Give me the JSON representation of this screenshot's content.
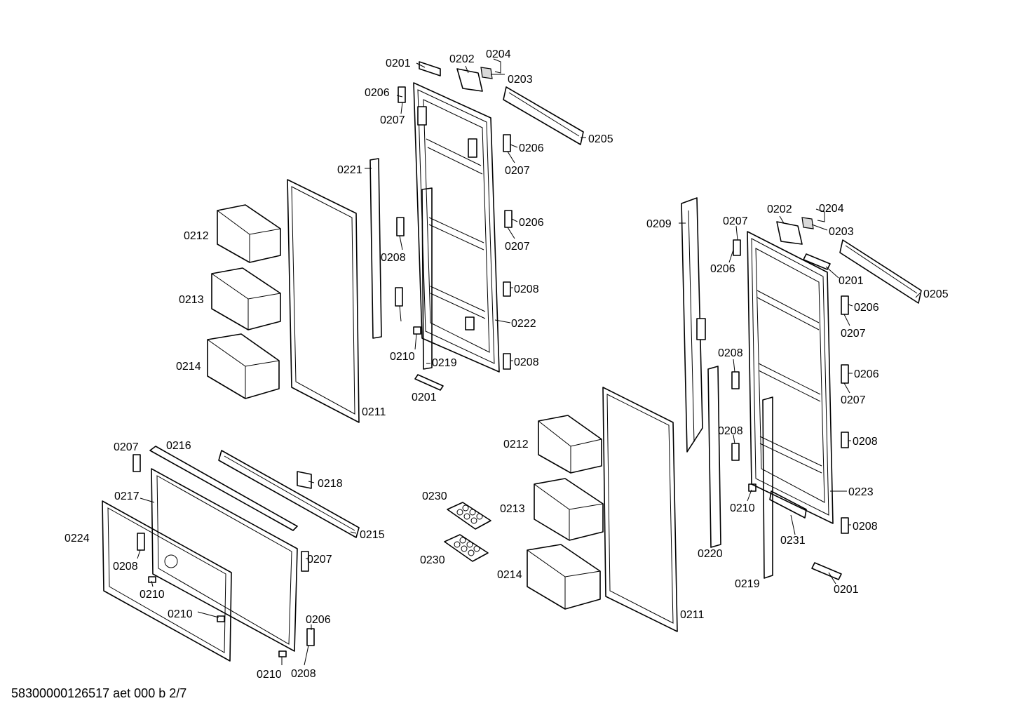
{
  "footer": "58300000126517 aet 000 b 2/7",
  "labels": [
    "0201",
    "0202",
    "0204",
    "0203",
    "0206",
    "0207",
    "0205",
    "0206",
    "0207",
    "0221",
    "0206",
    "0207",
    "0212",
    "0208",
    "0208",
    "0213",
    "0222",
    "0214",
    "0210",
    "0219",
    "0208",
    "0201",
    "0211",
    "0209",
    "0207",
    "0202",
    "0204",
    "0203",
    "0206",
    "0201",
    "0205",
    "0206",
    "0207",
    "0208",
    "0206",
    "0207",
    "0208",
    "0212",
    "0208",
    "0213",
    "0210",
    "0223",
    "0208",
    "0231",
    "0214",
    "0220",
    "0219",
    "0201",
    "0211",
    "0230",
    "0230",
    "0207",
    "0216",
    "0218",
    "0217",
    "0215",
    "0224",
    "0207",
    "0208",
    "0210",
    "0210",
    "0206",
    "0210",
    "0208"
  ]
}
